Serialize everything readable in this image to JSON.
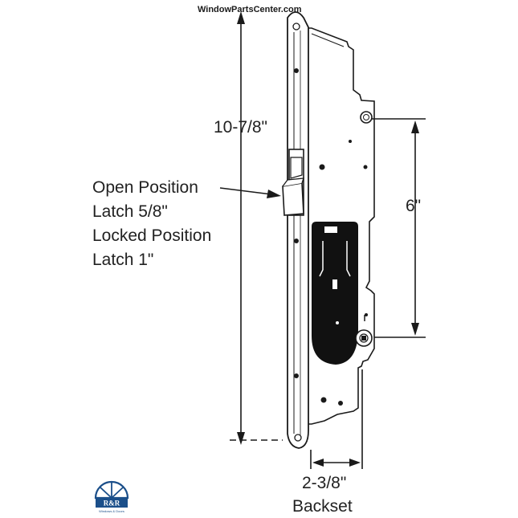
{
  "watermark": "WindowPartsCenter.com",
  "dimensions": {
    "overall_length": "10-7/8\"",
    "spacing": "6\"",
    "backset_value": "2-3/8\"",
    "backset_label": "Backset"
  },
  "callout": {
    "line1": "Open Position",
    "line2": "Latch 5/8\"",
    "line3": "Locked Position",
    "line4": "Latch 1\""
  },
  "logo": {
    "monogram": "R&R",
    "tagline": "Windows & Doors",
    "color": "#1b4f8a"
  },
  "colors": {
    "line": "#1a1a1a",
    "case_fill": "#ffffff",
    "cutout_fill": "#111111"
  }
}
